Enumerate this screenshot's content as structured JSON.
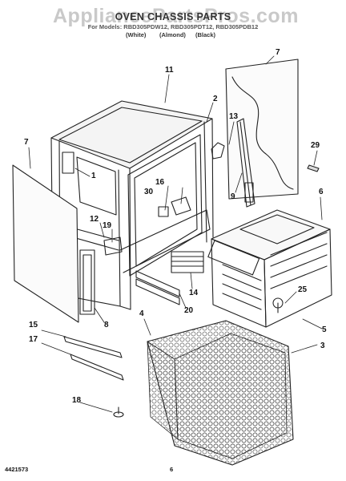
{
  "header": {
    "watermark": "AppliancePartsPros.com",
    "title": "OVEN CHASSIS PARTS",
    "model_line": "For Models: RBD305PDW12, RBD305PDT12, RBD305PDB12",
    "color_white": "(White)",
    "color_almond": "(Almond)",
    "color_black": "(Black)"
  },
  "callouts": {
    "c1": "1",
    "c2": "2",
    "c3": "3",
    "c4": "4",
    "c5": "5",
    "c6": "6",
    "c7a": "7",
    "c7b": "7",
    "c8": "8",
    "c9": "9",
    "c11": "11",
    "c12": "12",
    "c13": "13",
    "c14": "14",
    "c15": "15",
    "c16": "16",
    "c17": "17",
    "c18": "18",
    "c19": "19",
    "c20": "20",
    "c25": "25",
    "c29": "29",
    "c30": "30"
  },
  "footer": {
    "doc_number": "4421573",
    "page_number": "6"
  }
}
